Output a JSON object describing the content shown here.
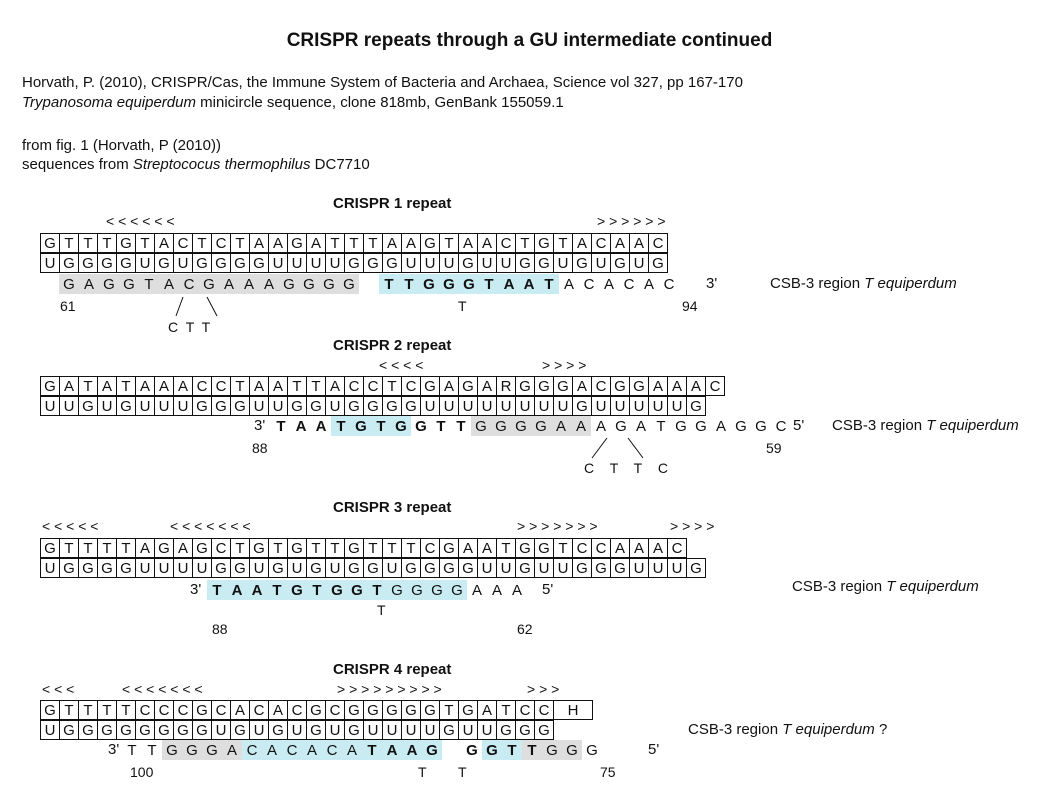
{
  "title": "CRISPR repeats through a GU intermediate continued",
  "refs": {
    "line1": "Horvath, P. (2010), CRISPR/Cas, the Immune System of Bacteria and Archaea, Science vol 327, pp 167-170",
    "line2_italic": "Trypanosoma equiperdum",
    "line2_rest": " minicircle sequence, clone 818mb, GenBank 155059.1",
    "line3": "from fig. 1 (Horvath, P (2010))",
    "line4_pre": "sequences from ",
    "line4_italic": "Streptococus thermophilus",
    "line4_post": " DC7710"
  },
  "label_prefix": "CSB-3 region ",
  "label_italic": "T equiperdum",
  "blocks": [
    {
      "name": "CRISPR 1 repeat",
      "arrows_left": "< < < < < <",
      "arrows_right": "> > > > > >",
      "top_row": [
        "G",
        "T",
        "T",
        "T",
        "G",
        "T",
        "A",
        "C",
        "T",
        "C",
        "T",
        "A",
        "A",
        "G",
        "A",
        "T",
        "T",
        "T",
        "A",
        "A",
        "G",
        "T",
        "A",
        "A",
        "C",
        "T",
        "G",
        "T",
        "A",
        "C",
        "A",
        "A",
        "C"
      ],
      "gu_row": [
        "U",
        "G",
        "G",
        "G",
        "G",
        "U",
        "G",
        "U",
        "G",
        "G",
        "G",
        "G",
        "U",
        "U",
        "U",
        "U",
        "G",
        "G",
        "G",
        "U",
        "U",
        "U",
        "G",
        "U",
        "U",
        "G",
        "G",
        "U",
        "G",
        "U",
        "G",
        "U",
        "G"
      ],
      "target_seq": "GAGGTACGAAAGGGG TTGGGTAATACACAC",
      "target_end": "3'",
      "label_suffix": "",
      "num_left": "61",
      "num_right": "94",
      "mutation_letters": "C T T",
      "mutation_single": "T"
    },
    {
      "name": "CRISPR 2 repeat",
      "arrows_left": "< < < <",
      "arrows_right": "> > > >",
      "top_row": [
        "G",
        "A",
        "T",
        "A",
        "T",
        "A",
        "A",
        "A",
        "C",
        "C",
        "T",
        "A",
        "A",
        "T",
        "T",
        "A",
        "C",
        "C",
        "T",
        "C",
        "G",
        "A",
        "G",
        "A",
        "R",
        "G",
        "G",
        "G",
        "A",
        "C",
        "G",
        "G",
        "A",
        "A",
        "A",
        "C"
      ],
      "gu_row": [
        "U",
        "U",
        "G",
        "U",
        "G",
        "U",
        "U",
        "U",
        "G",
        "G",
        "G",
        "U",
        "U",
        "G",
        "G",
        "U",
        "G",
        "G",
        "G",
        "G",
        "U",
        "U",
        "U",
        "U",
        "U",
        "U",
        "U",
        "U",
        "G",
        "U",
        "U",
        "U",
        "U",
        "U",
        "G"
      ],
      "target_start": "3'",
      "target_seq": "TAATGTGGTTGGGGAAAGATGGAGGC",
      "target_end": "5'",
      "label_suffix": "",
      "num_left": "88",
      "num_right": "59",
      "mutation_letters": "C T T C"
    },
    {
      "name": "CRISPR 3 repeat",
      "arrows_left_a": "< < < < <",
      "arrows_left_b": "< < < < < < <",
      "arrows_right_a": "> > > > > > >",
      "arrows_right_b": "> > > >",
      "top_row": [
        "G",
        "T",
        "T",
        "T",
        "T",
        "A",
        "G",
        "A",
        "G",
        "C",
        "T",
        "G",
        "T",
        "G",
        "T",
        "T",
        "G",
        "T",
        "T",
        "T",
        "C",
        "G",
        "A",
        "A",
        "T",
        "G",
        "G",
        "T",
        "C",
        "C",
        "A",
        "A",
        "A",
        "C"
      ],
      "gu_row": [
        "U",
        "G",
        "G",
        "G",
        "G",
        "U",
        "U",
        "U",
        "U",
        "G",
        "G",
        "U",
        "G",
        "U",
        "G",
        "U",
        "G",
        "G",
        "U",
        "G",
        "G",
        "G",
        "G",
        "U",
        "U",
        "G",
        "U",
        "U",
        "G",
        "G",
        "G",
        "U",
        "U",
        "U",
        "G"
      ],
      "target_start": "3'",
      "target_seq": "TAATGTGGTGGGGAAA",
      "target_end": "5'",
      "label_suffix": "",
      "num_left": "88",
      "num_right": "62",
      "mutation_single": "T"
    },
    {
      "name": "CRISPR 4 repeat",
      "arrows_left_a": "< < <",
      "arrows_left_b": "< < < < < < <",
      "arrows_right_a": "> > > > > > > > >",
      "arrows_right_b": "> > >",
      "top_row": [
        "G",
        "T",
        "T",
        "T",
        "T",
        "C",
        "C",
        "C",
        "G",
        "C",
        "A",
        "C",
        "A",
        "C",
        "G",
        "C",
        "G",
        "G",
        "G",
        "G",
        "G",
        "T",
        "G",
        "A",
        "T",
        "C",
        "C",
        "H"
      ],
      "gu_row": [
        "U",
        "G",
        "G",
        "G",
        "G",
        "G",
        "G",
        "G",
        "G",
        "U",
        "G",
        "U",
        "G",
        "U",
        "G",
        "U",
        "G",
        "U",
        "U",
        "U",
        "U",
        "G",
        "U",
        "U",
        "G",
        "G",
        "G"
      ],
      "target_start": "3'",
      "target_seq": "TTGGGACACACATAAG GGTTGGG",
      "target_end": "5'",
      "label_suffix": " ?",
      "num_left": "100",
      "num_right": "75",
      "mutation_letters_a": "T",
      "mutation_letters_b": "T"
    }
  ]
}
